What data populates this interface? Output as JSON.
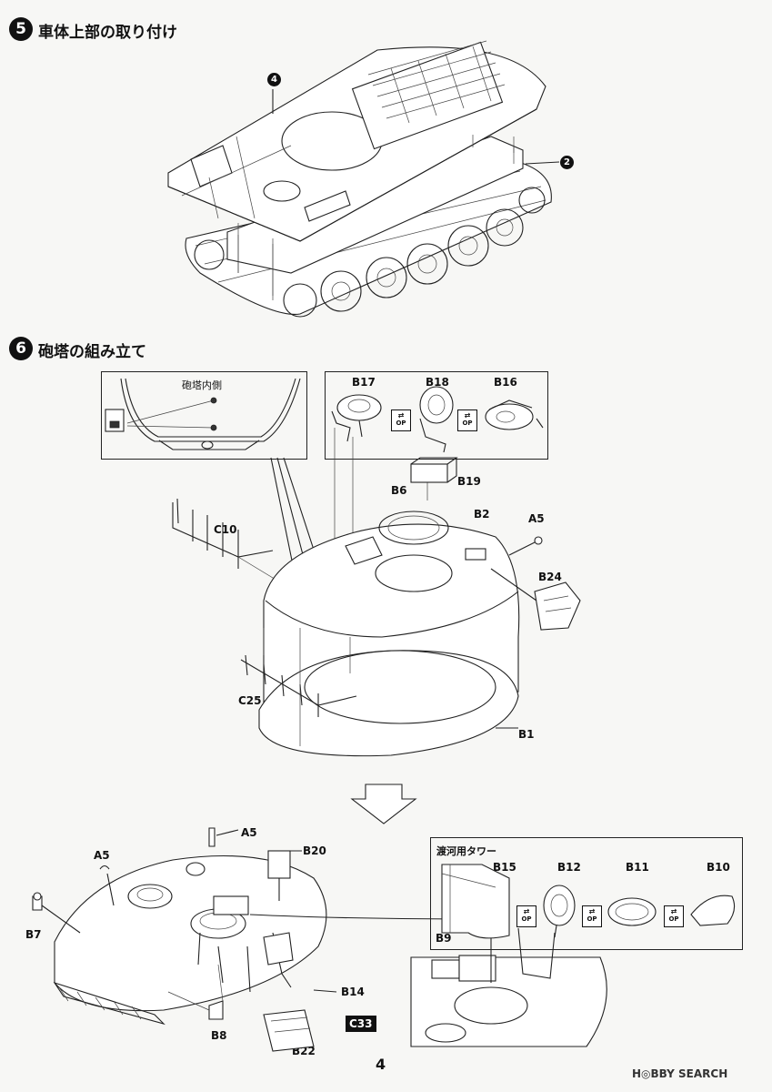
{
  "step5": {
    "number": "5",
    "title": "車体上部の取り付け",
    "callouts": [
      "4",
      "2"
    ]
  },
  "step6": {
    "number": "6",
    "title": "砲塔の組み立て",
    "inset_inner_label": "砲塔内側",
    "parts_top": [
      "B17",
      "B18",
      "B16",
      "B19",
      "B6",
      "B2",
      "A5",
      "B24",
      "C10",
      "C25",
      "B1"
    ],
    "op_label": "OP",
    "parts_bottom": [
      "A5",
      "A5",
      "B20",
      "B7",
      "B8",
      "B14",
      "C33",
      "B22"
    ],
    "tower_box_title": "渡河用タワー",
    "tower_parts": [
      "B15",
      "B12",
      "B11",
      "B10",
      "B9"
    ]
  },
  "page_number": "4",
  "watermark": "H◎BBY SEARCH",
  "colors": {
    "ink": "#111111",
    "paper": "#f7f7f5"
  }
}
